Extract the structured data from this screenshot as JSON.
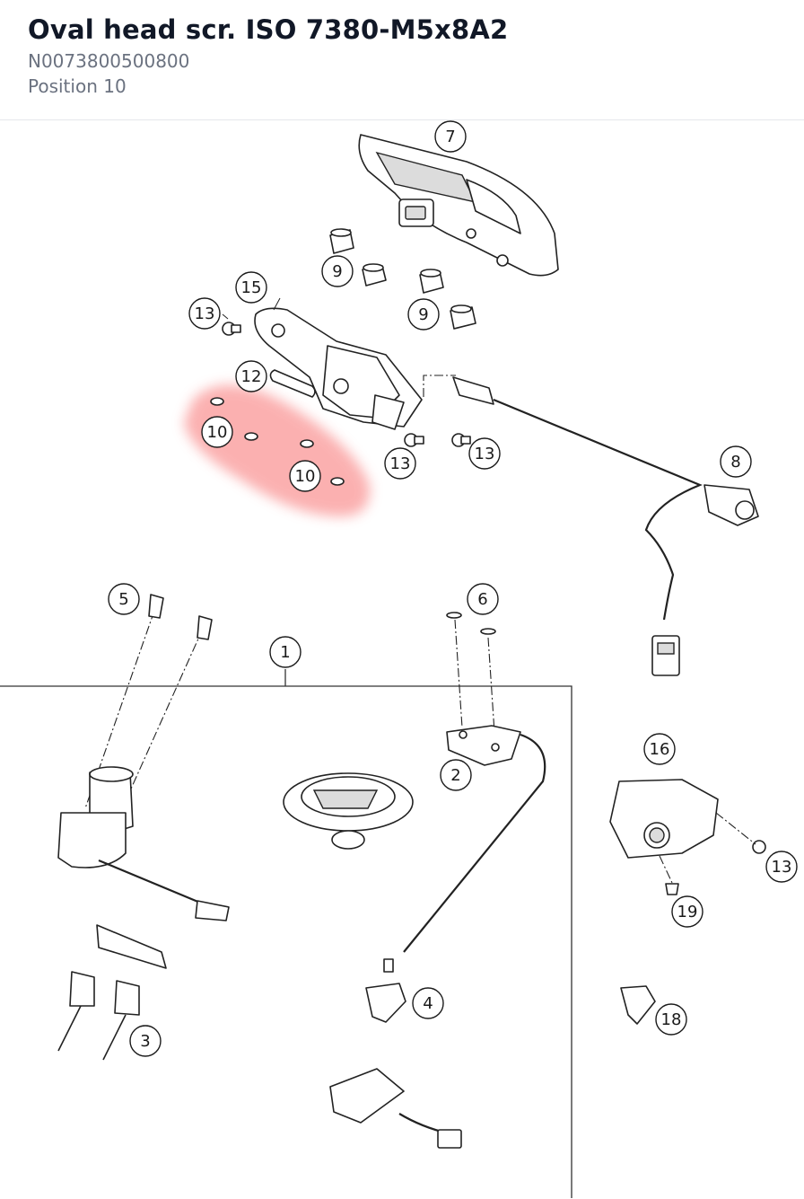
{
  "part": {
    "title": "Oval head scr. ISO 7380-M5x8A2",
    "part_number": "N0073800500800",
    "position": "Position 10"
  },
  "highlight_color": "#f87171",
  "callouts": [
    {
      "id": "c7",
      "label": "7"
    },
    {
      "id": "c9a",
      "label": "9"
    },
    {
      "id": "c9b",
      "label": "9"
    },
    {
      "id": "c15",
      "label": "15"
    },
    {
      "id": "c13a",
      "label": "13"
    },
    {
      "id": "c12",
      "label": "12"
    },
    {
      "id": "c10a",
      "label": "10"
    },
    {
      "id": "c10b",
      "label": "10"
    },
    {
      "id": "c13b",
      "label": "13"
    },
    {
      "id": "c13c",
      "label": "13"
    },
    {
      "id": "c8",
      "label": "8"
    },
    {
      "id": "c5",
      "label": "5"
    },
    {
      "id": "c6",
      "label": "6"
    },
    {
      "id": "c1",
      "label": "1"
    },
    {
      "id": "c2",
      "label": "2"
    },
    {
      "id": "c16",
      "label": "16"
    },
    {
      "id": "c13d",
      "label": "13"
    },
    {
      "id": "c19",
      "label": "19"
    },
    {
      "id": "c4",
      "label": "4"
    },
    {
      "id": "c3",
      "label": "3"
    },
    {
      "id": "c18",
      "label": "18"
    }
  ]
}
